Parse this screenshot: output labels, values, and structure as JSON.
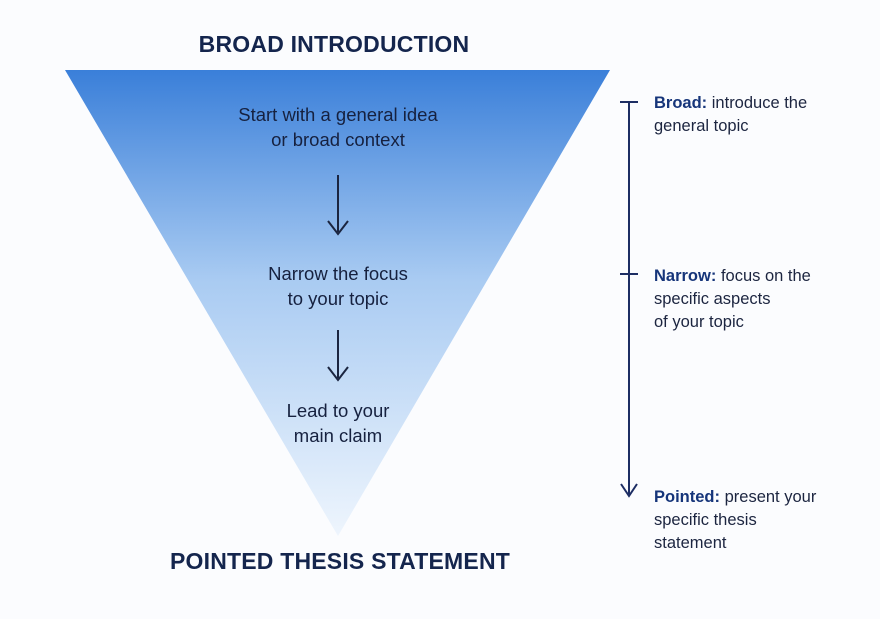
{
  "headings": {
    "top": "BROAD INTRODUCTION",
    "bottom": "POINTED THESIS STATEMENT"
  },
  "funnel_steps": [
    {
      "line1": "Start with a general idea",
      "line2": "or broad context"
    },
    {
      "line1": "Narrow the focus",
      "line2": "to your topic"
    },
    {
      "line1": "Lead to your",
      "line2": "main claim"
    }
  ],
  "side_notes": {
    "broad": {
      "term": "Broad:",
      "line1": "introduce the",
      "line2": "general topic",
      "line3": ""
    },
    "narrow": {
      "term": "Narrow:",
      "line1": "focus on the",
      "line2": "specific aspects",
      "line3": "of your topic"
    },
    "pointed": {
      "term": "Pointed:",
      "line1": "present your",
      "line2": "specific thesis",
      "line3": "statement"
    }
  },
  "colors": {
    "funnel_top": "#3a7fd9",
    "funnel_mid": "#a9cbf2",
    "funnel_bottom": "#eef5fd",
    "ink": "#14254d",
    "accent": "#16357a"
  }
}
